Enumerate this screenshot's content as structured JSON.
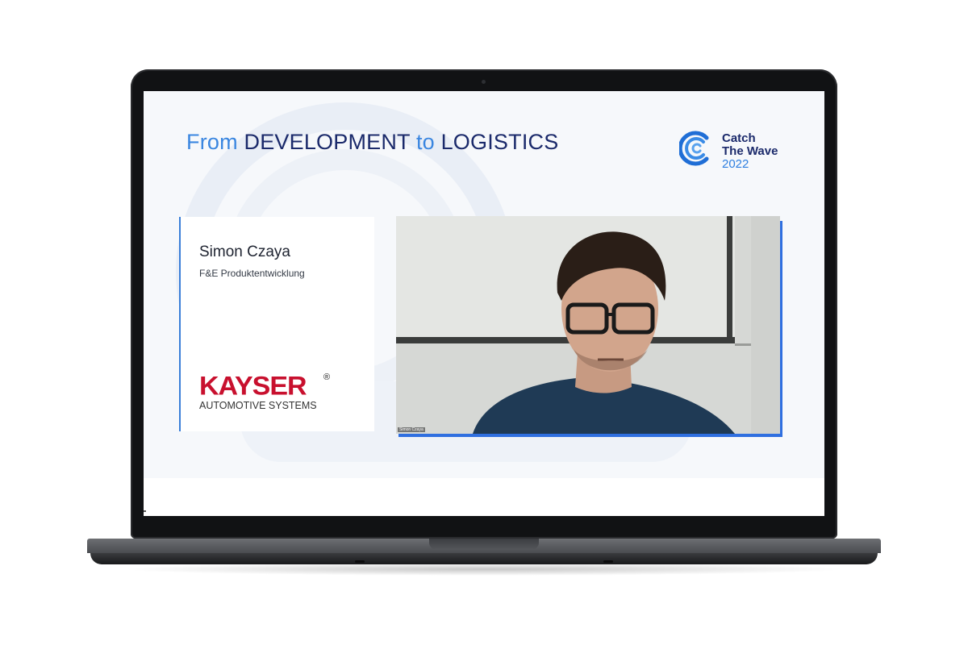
{
  "slide": {
    "title_part1": "From ",
    "title_part2": "DEVELOPMENT",
    "title_part3": " to ",
    "title_part4": "LOGISTICS"
  },
  "brand": {
    "line1": "Catch",
    "line2": "The Wave",
    "year": "2022",
    "icon": "wave-c-logo-icon"
  },
  "speaker": {
    "name": "Simon Czaya",
    "role": "F&E Produktentwicklung"
  },
  "company": {
    "name": "KAYSER",
    "registered": "®",
    "tagline": "AUTOMOTIVE SYSTEMS"
  },
  "video": {
    "participant_label": "Simon Czaya"
  },
  "colors": {
    "accent_blue": "#3a86e0",
    "navy": "#1b2a6b",
    "kayser_red": "#c8102e",
    "video_border": "#2f6fe0"
  }
}
